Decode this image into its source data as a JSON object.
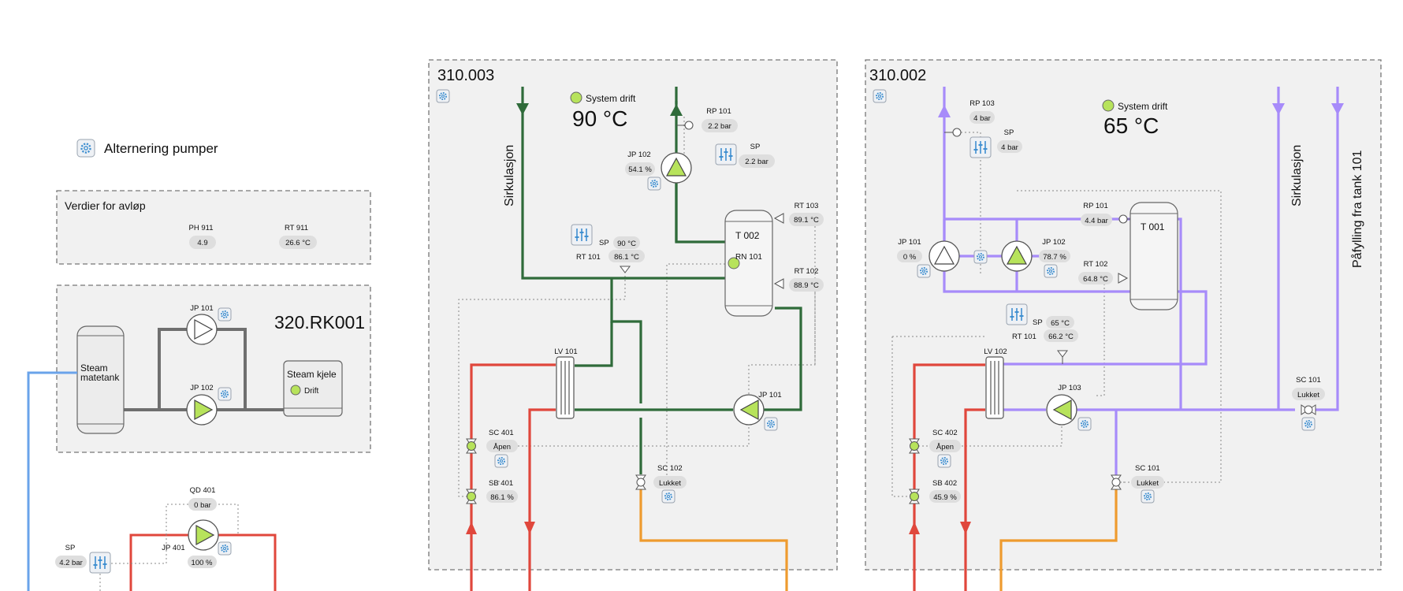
{
  "alternation": {
    "label": "Alternering pumper",
    "icon": "gear-icon"
  },
  "drain_panel": {
    "title": "Verdier for avløp",
    "ph_label": "PH 911",
    "ph_value": "4.9",
    "rt_label": "RT 911",
    "rt_value": "26.6 °C"
  },
  "boiler_panel": {
    "title": "320.RK001",
    "tank_label_1": "Steam",
    "tank_label_2": "matetank",
    "jp101": "JP 101",
    "jp102": "JP 102",
    "boiler_title": "Steam kjele",
    "boiler_status": "Drift"
  },
  "qd_group": {
    "qd_label": "QD 401",
    "qd_value": "0 bar",
    "jp_label": "JP 401",
    "jp_value": "100 %",
    "sp_label": "SP",
    "sp_value": "4.2 bar"
  },
  "panel_003": {
    "title": "310.003",
    "status_label": "System drift",
    "temperature": "90 °C",
    "circulation": "Sirkulasjon",
    "rp101_label": "RP 101",
    "rp101_value": "2.2 bar",
    "sp_label": "SP",
    "sp_value": "2.2 bar",
    "jp102_label": "JP 102",
    "jp102_value": "54.1 %",
    "tank_label": "T 002",
    "rn101": "RN 101",
    "rt103_label": "RT 103",
    "rt103_value": "89.1 °C",
    "rt102_label": "RT 102",
    "rt102_value": "88.9 °C",
    "ctrl_sp_label": "SP",
    "ctrl_sp_value": "90 °C",
    "rt101_label": "RT 101",
    "rt101_value": "86.1 °C",
    "lv101": "LV 101",
    "jp101": "JP 101",
    "sc401_label": "SC 401",
    "sc401_value": "Åpen",
    "sb401_label": "SB 401",
    "sb401_value": "86.1 %",
    "sc102_label": "SC 102",
    "sc102_value": "Lukket"
  },
  "panel_002": {
    "title": "310.002",
    "status_label": "System drift",
    "temperature": "65 °C",
    "circulation": "Sirkulasjon",
    "fill_label": "Påfylling fra tank 101",
    "rp103_label": "RP 103",
    "rp103_value": "4 bar",
    "sp_label": "SP",
    "sp_value": "4 bar",
    "jp101_label": "JP 101",
    "jp101_value": "0 %",
    "jp102_label": "JP 102",
    "jp102_value": "78.7 %",
    "rp101_label": "RP 101",
    "rp101_value": "4.4 bar",
    "tank_label": "T 001",
    "rt102_label": "RT 102",
    "rt102_value": "64.8 °C",
    "ctrl_sp_label": "SP",
    "ctrl_sp_value": "65 °C",
    "rt101_label": "RT 101",
    "rt101_value": "66.2 °C",
    "lv102": "LV 102",
    "jp103": "JP 103",
    "sc402_label": "SC 402",
    "sc402_value": "Åpen",
    "sb402_label": "SB 402",
    "sb402_value": "45.9 %",
    "sc101a_label": "SC 101",
    "sc101a_value": "Lukket",
    "sc101b_label": "SC 101",
    "sc101b_value": "Lukket"
  },
  "colors": {
    "green_pipe": "#2f6b3a",
    "red_pipe": "#e0473c",
    "orange_pipe": "#ee9b2f",
    "purple_pipe": "#a78bfa",
    "blue_pipe": "#6aa3ea",
    "grey_pipe": "#6f6f6f",
    "running": "#b7e35b"
  }
}
